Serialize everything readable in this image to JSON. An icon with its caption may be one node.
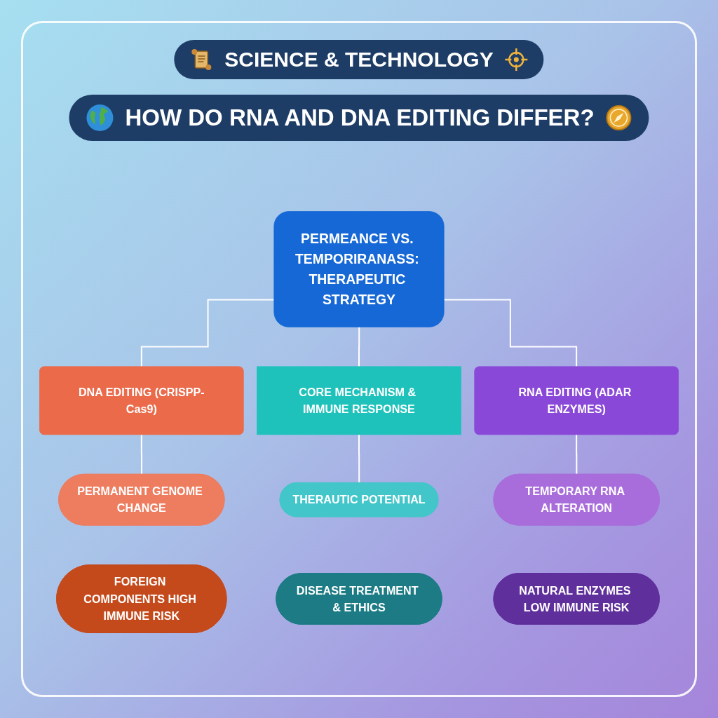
{
  "diagram": {
    "title": "HOW DO RNA AND DNA EDITING DIFFER?",
    "nodes": [
      {
        "text": [
          "PERMEANCE VS. TEMPORIRANASS: THERAPEUTIC STRATEGY"
        ]
      },
      {
        "text": [
          "DNA EDITING (CRISPP-Cas9)"
        ]
      },
      {
        "text": [
          "CORE MECHANISM & IMMUNE RESPONSE"
        ]
      },
      {
        "text": [
          "RNA EDITING (ADAR ENZYMES)"
        ]
      },
      {
        "text": [
          "PERMANENT GENOME CHANGE"
        ]
      },
      {
        "text": [
          "THERAUTIC POTENTIAL"
        ]
      },
      {
        "text": [
          "TEMPORARY RNA ALTERATION"
        ]
      },
      {
        "text": [
          "FOREIGN COMPONENTS HIGH IMMUNE RISK"
        ]
      },
      {
        "text": [
          "DISEASE TREATMENT & ETHICS"
        ]
      },
      {
        "text": [
          "NATURAL ENZYMES LOW IMMUNE RISK"
        ]
      }
    ],
    "edges": [
      {
        "from": 0,
        "to": 1,
        "arrow": "none"
      },
      {
        "from": 0,
        "to": 2,
        "arrow": "none"
      },
      {
        "from": 0,
        "to": 3,
        "arrow": "none"
      },
      {
        "from": 1,
        "to": 4,
        "arrow": "none"
      },
      {
        "from": 2,
        "to": 5,
        "arrow": "none"
      },
      {
        "from": 3,
        "to": 6,
        "arrow": "none"
      }
    ],
    "labels": [
      "SCIENCE & TECHNOLOGY"
    ]
  }
}
